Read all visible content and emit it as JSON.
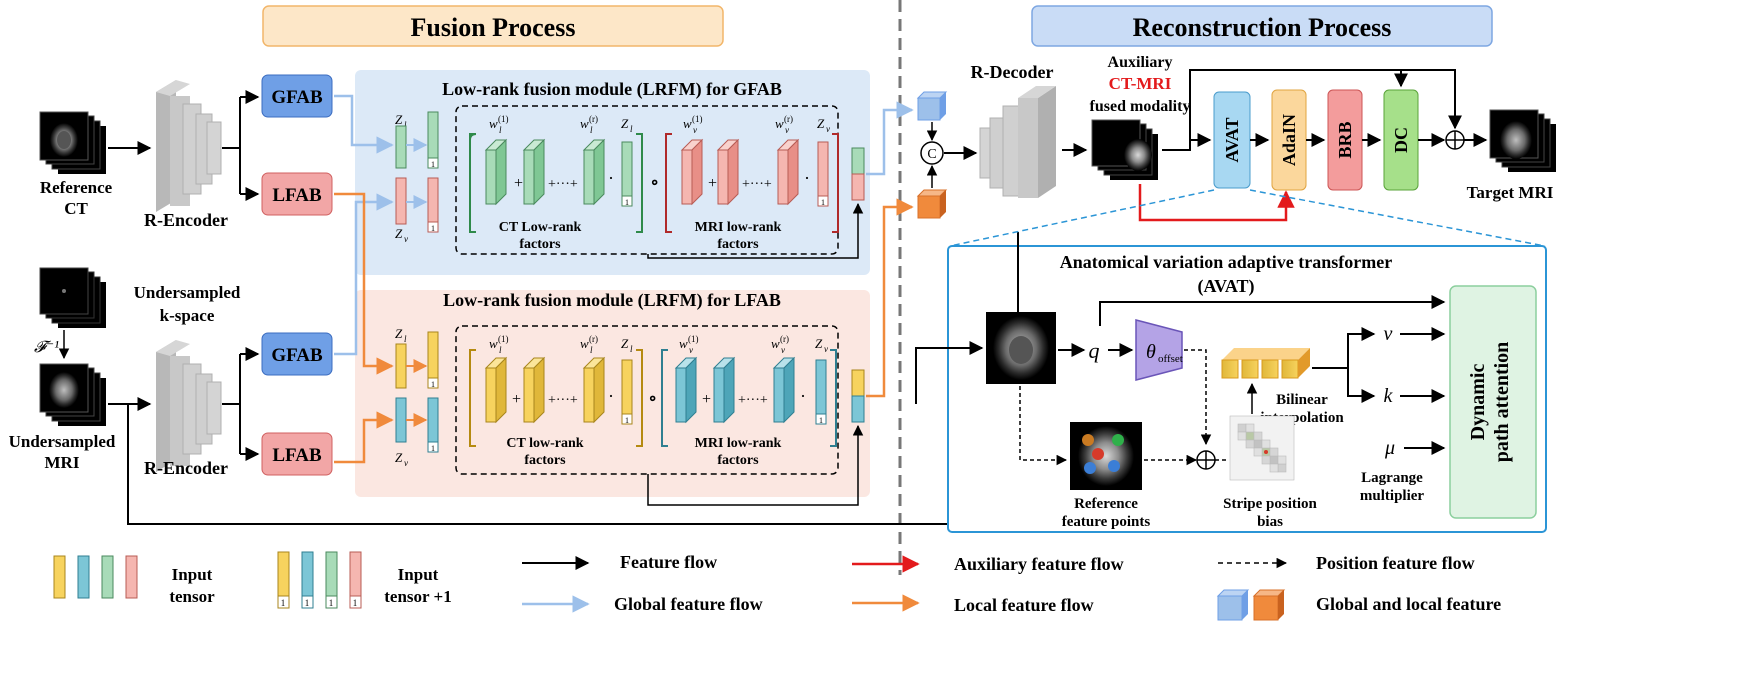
{
  "titles": {
    "fusion": "Fusion Process",
    "reconstruction": "Reconstruction Process"
  },
  "left": {
    "reference_ct_1": "Reference",
    "reference_ct_2": "CT",
    "r_encoder_top": "R-Encoder",
    "r_encoder_bottom": "R-Encoder",
    "undersampled_kspace_1": "Undersampled",
    "undersampled_kspace_2": "k-space",
    "inverse_fourier": "𝓕⁻¹",
    "undersampled_mri_1": "Undersampled",
    "undersampled_mri_2": "MRI"
  },
  "blocks": {
    "gfab_top": "GFAB",
    "lfab_top": "LFAB",
    "gfab_bottom": "GFAB",
    "lfab_bottom": "LFAB"
  },
  "lrfm_gfab": {
    "title": "Low-rank fusion module (LRFM) for GFAB",
    "z_l": "Z",
    "z_l_sub": "l",
    "z_v": "Z",
    "z_v_sub": "v",
    "ct_factors_1": "CT Low-rank",
    "ct_factors_2": "factors",
    "mri_factors_1": "MRI low-rank",
    "mri_factors_2": "factors"
  },
  "lrfm_lfab": {
    "title": "Low-rank fusion module (LRFM) for LFAB",
    "ct_factors_1": "CT low-rank",
    "ct_factors_2": "factors",
    "mri_factors_1": "MRI low-rank",
    "mri_factors_2": "factors"
  },
  "formula": {
    "w": "w",
    "l": "l",
    "v": "v",
    "sup1": "(1)",
    "supr": "(r)",
    "plus": "+",
    "dots": "+···+",
    "dot": "·",
    "circ": "∘",
    "one": "1"
  },
  "recon": {
    "concat": "C",
    "r_decoder": "R-Decoder",
    "auxiliary": "Auxiliary",
    "ct_mri": "CT-MRI",
    "fused_modality": "fused modality",
    "avat": "AVAT",
    "adain": "AdaIN",
    "brb": "BRB",
    "dc": "DC",
    "target_mri": "Target MRI",
    "oplus": "⊕"
  },
  "avat_panel": {
    "title_1": "Anatomical variation adaptive transformer",
    "title_2": "(AVAT)",
    "q": "q",
    "theta": "θ",
    "theta_sub": "offset",
    "v": "v",
    "k": "k",
    "mu": "μ",
    "bilinear_1": "Bilinear",
    "bilinear_2": "interpolation",
    "lagrange_1": "Lagrange",
    "lagrange_2": "multiplier",
    "ref_points_1": "Reference",
    "ref_points_2": "feature points",
    "stripe_1": "Stripe position",
    "stripe_2": "bias",
    "dpa_1": "Dynamic",
    "dpa_2": "path attention"
  },
  "legend": {
    "input_tensor_1": "Input",
    "input_tensor_2": "tensor",
    "input_tensor_plus_1": "Input",
    "input_tensor_plus_2": "tensor +1",
    "one": "1",
    "feature_flow": "Feature flow",
    "global_feature_flow": "Global feature flow",
    "auxiliary_feature_flow": "Auxiliary feature flow",
    "local_feature_flow": "Local feature flow",
    "position_feature_flow": "Position feature flow",
    "global_local_feature": "Global and local feature"
  },
  "colors": {
    "gfab_blue": "#6f9fe6",
    "lfab_red": "#f2a6a6",
    "panel_blue": "#dce9f7",
    "panel_pink": "#fbe7e1",
    "green": "#a8dbb8",
    "yellow": "#f7d35e",
    "teal": "#7cc6d6",
    "pink": "#f5b6b0",
    "auxiliary_red": "#e31a1c",
    "local_orange": "#f08a3c",
    "global_light_blue": "#9dc0ea",
    "avat_border": "#2b95d6"
  }
}
